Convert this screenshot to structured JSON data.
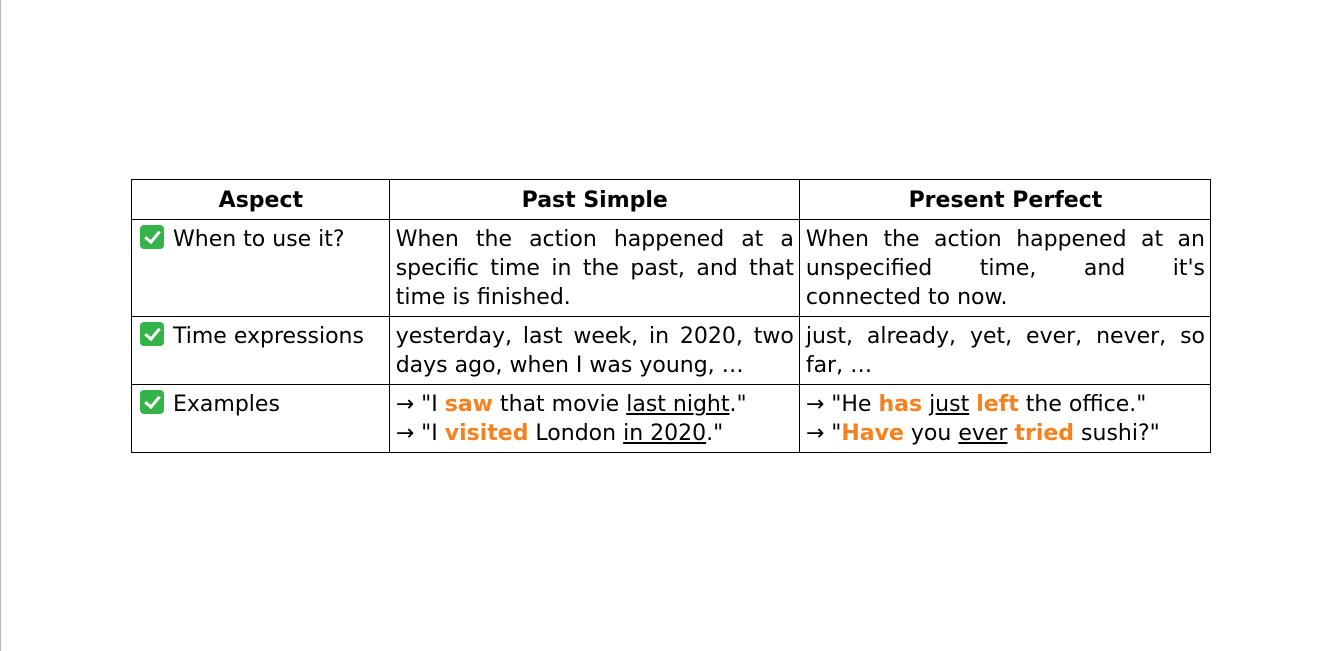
{
  "table": {
    "headers": [
      "Aspect",
      "Past Simple",
      "Present Perfect"
    ],
    "rows": [
      {
        "aspect": "When to use it?",
        "past_simple": "When the action happened at a specific time in the past, and that time is finished.",
        "present_perfect": "When the action happened at an unspecified time, and it's connected to now."
      },
      {
        "aspect": "Time expressions",
        "past_simple": "yesterday, last week, in 2020, two days ago, when I was young, …",
        "present_perfect": "just, already, yet, ever, never, so far, …"
      },
      {
        "aspect": "Examples",
        "past_simple": {
          "ex1": {
            "a": "→ \"I ",
            "verb": "saw",
            "b": " that movie ",
            "time": "last night",
            "c": ".\""
          },
          "ex2": {
            "a": "→ \"I ",
            "verb": "visited",
            "b": " London ",
            "time": "in 2020",
            "c": ".\""
          }
        },
        "present_perfect": {
          "ex1": {
            "a": "→ \"He ",
            "verb1": "has",
            "b": " ",
            "time": "just",
            "c": " ",
            "verb2": "left",
            "d": " the office.\""
          },
          "ex2": {
            "a": "→ \"",
            "verb1": "Have",
            "b": " you ",
            "time": "ever",
            "c": " ",
            "verb2": "tried",
            "d": " sushi?\""
          }
        }
      }
    ]
  },
  "icons": {
    "row_marker": "check-mark-icon"
  },
  "colors": {
    "verb_highlight": "#f58220",
    "check_green": "#36b24a"
  }
}
